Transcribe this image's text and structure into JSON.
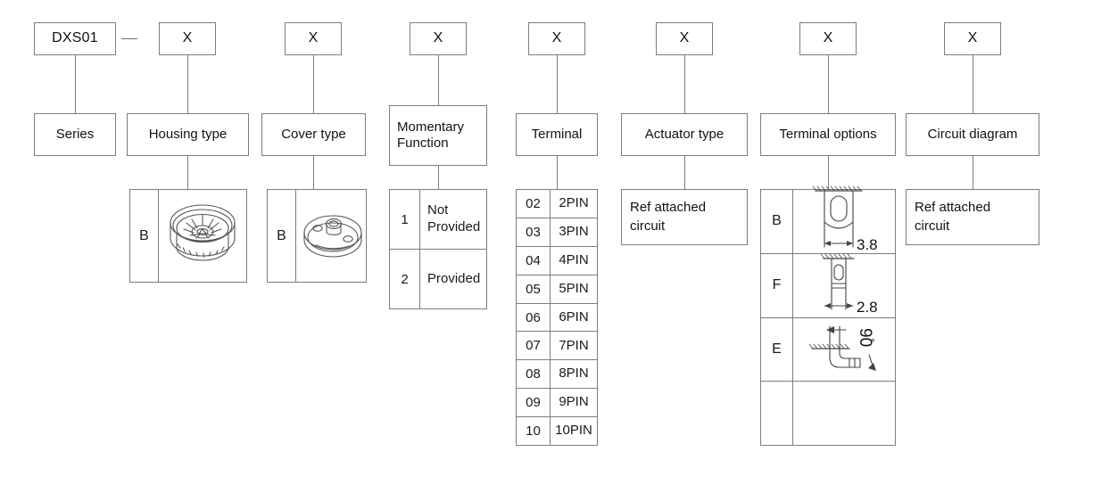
{
  "diagram": {
    "title": "DXS01 part number configuration",
    "series_code": "DXS01",
    "separator": "—",
    "placeholder": "X",
    "line_color": "#7d7d7d"
  },
  "columns": [
    {
      "id": "series",
      "code": "DXS01",
      "label": "Series",
      "options": []
    },
    {
      "id": "housing-type",
      "code": "X",
      "label": "Housing type",
      "options": [
        {
          "key": "B",
          "value": "",
          "icon": "housing-ring-image"
        }
      ]
    },
    {
      "id": "cover-type",
      "code": "X",
      "label": "Cover type",
      "options": [
        {
          "key": "B",
          "value": "",
          "icon": "cover-disc-image"
        }
      ]
    },
    {
      "id": "momentary-function",
      "code": "X",
      "label": "Momentary\nFunction",
      "options": [
        {
          "key": "1",
          "value": "Not\nProvided"
        },
        {
          "key": "2",
          "value": "Provided"
        }
      ]
    },
    {
      "id": "terminal",
      "code": "X",
      "label": "Terminal",
      "options": [
        {
          "key": "02",
          "value": "2PIN"
        },
        {
          "key": "03",
          "value": "3PIN"
        },
        {
          "key": "04",
          "value": "4PIN"
        },
        {
          "key": "05",
          "value": "5PIN"
        },
        {
          "key": "06",
          "value": "6PIN"
        },
        {
          "key": "07",
          "value": "7PIN"
        },
        {
          "key": "08",
          "value": "8PIN"
        },
        {
          "key": "09",
          "value": "9PIN"
        },
        {
          "key": "10",
          "value": "10PIN"
        }
      ]
    },
    {
      "id": "actuator-type",
      "code": "X",
      "label": "Actuator type",
      "note": "Ref attached\ncircuit",
      "options": []
    },
    {
      "id": "terminal-options",
      "code": "X",
      "label": "Terminal options",
      "options": [
        {
          "key": "B",
          "value": "",
          "icon": "terminal-straight-wide",
          "dimension": "3.8"
        },
        {
          "key": "F",
          "value": "",
          "icon": "terminal-straight-narrow",
          "dimension": "2.8"
        },
        {
          "key": "E",
          "value": "",
          "icon": "terminal-right-angle",
          "dimension": "90"
        },
        {
          "key": "",
          "value": "",
          "icon": ""
        }
      ]
    },
    {
      "id": "circuit-diagram",
      "code": "X",
      "label": "Circuit diagram",
      "note": "Ref attached\ncircuit",
      "options": []
    }
  ],
  "annotations": {
    "dim_b": "3.8",
    "dim_f": "2.8",
    "dim_e": "90",
    "degree_symbol": "°"
  }
}
